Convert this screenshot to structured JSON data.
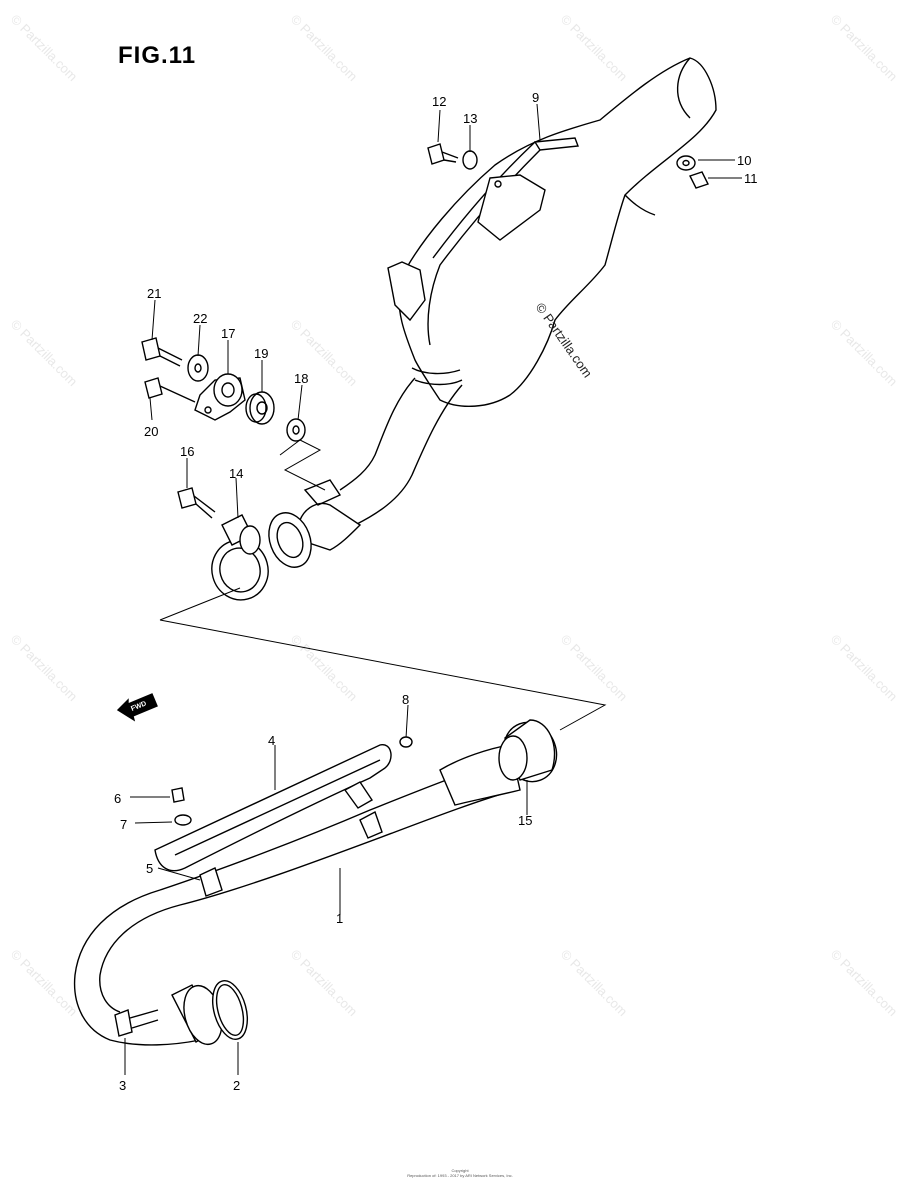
{
  "figure": {
    "title": "FIG.11",
    "watermark": "© Partzilla.com",
    "footer_line1": "Copyright",
    "footer_line2": "Reproduction of: 1993 - 2017 by ARI Network Services, Inc."
  },
  "fwd_label": "FWD",
  "callouts": [
    {
      "id": "1",
      "label": "1"
    },
    {
      "id": "2",
      "label": "2"
    },
    {
      "id": "3",
      "label": "3"
    },
    {
      "id": "4",
      "label": "4"
    },
    {
      "id": "5",
      "label": "5"
    },
    {
      "id": "6",
      "label": "6"
    },
    {
      "id": "7",
      "label": "7"
    },
    {
      "id": "8",
      "label": "8"
    },
    {
      "id": "9",
      "label": "9"
    },
    {
      "id": "10",
      "label": "10"
    },
    {
      "id": "11",
      "label": "11"
    },
    {
      "id": "12",
      "label": "12"
    },
    {
      "id": "13",
      "label": "13"
    },
    {
      "id": "14",
      "label": "14"
    },
    {
      "id": "15",
      "label": "15"
    },
    {
      "id": "16",
      "label": "16"
    },
    {
      "id": "17",
      "label": "17"
    },
    {
      "id": "18",
      "label": "18"
    },
    {
      "id": "19",
      "label": "19"
    },
    {
      "id": "20",
      "label": "20"
    },
    {
      "id": "21",
      "label": "21"
    },
    {
      "id": "22",
      "label": "22"
    }
  ]
}
